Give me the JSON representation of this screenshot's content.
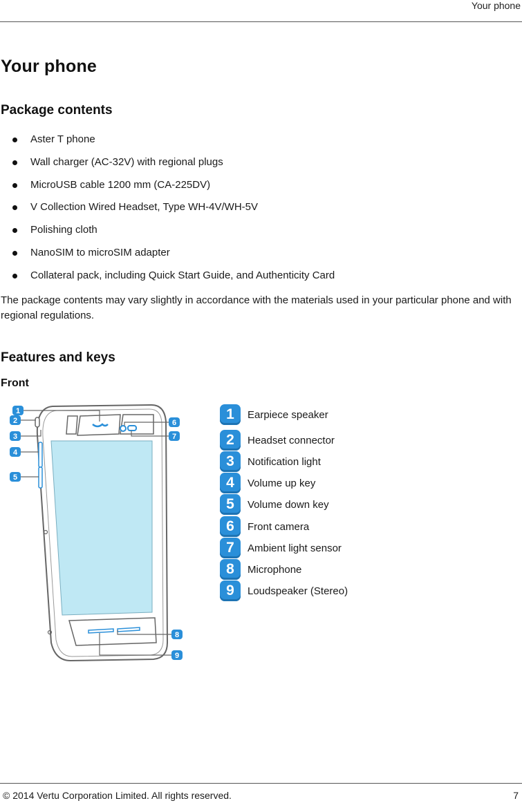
{
  "header": {
    "running_title": "Your phone"
  },
  "page_title": "Your phone",
  "package": {
    "heading": "Package contents",
    "items": [
      "Aster T phone",
      "Wall charger (AC-32V) with regional plugs",
      "MicroUSB cable 1200 mm (CA-225DV)",
      "V Collection Wired Headset, Type WH-4V/WH-5V",
      "Polishing cloth",
      "NanoSIM to microSIM adapter",
      "Collateral pack, including Quick Start Guide, and Authenticity Card"
    ],
    "note": "The package contents may vary slightly in accordance with the materials used in your particular phone and with regional regulations."
  },
  "features": {
    "heading": "Features and keys",
    "subheading": "Front",
    "callouts": [
      "1",
      "2",
      "3",
      "4",
      "5",
      "6",
      "7",
      "8",
      "9"
    ],
    "legend": [
      {
        "num": "1",
        "label": "Earpiece speaker"
      },
      {
        "num": "2",
        "label": "Headset connector"
      },
      {
        "num": "3",
        "label": "Notification light"
      },
      {
        "num": "4",
        "label": "Volume up key"
      },
      {
        "num": "5",
        "label": "Volume down key"
      },
      {
        "num": "6",
        "label": "Front camera"
      },
      {
        "num": "7",
        "label": "Ambient light sensor"
      },
      {
        "num": "8",
        "label": "Microphone"
      },
      {
        "num": "9",
        "label": "Loudspeaker (Stereo)"
      }
    ]
  },
  "footer": {
    "copyright": "© 2014 Vertu Corporation Limited. All rights reserved.",
    "page_number": "7"
  },
  "colors": {
    "callout_blue": "#2a8fd9",
    "screen_fill": "#bfe8f4",
    "line_grey": "#666666"
  }
}
